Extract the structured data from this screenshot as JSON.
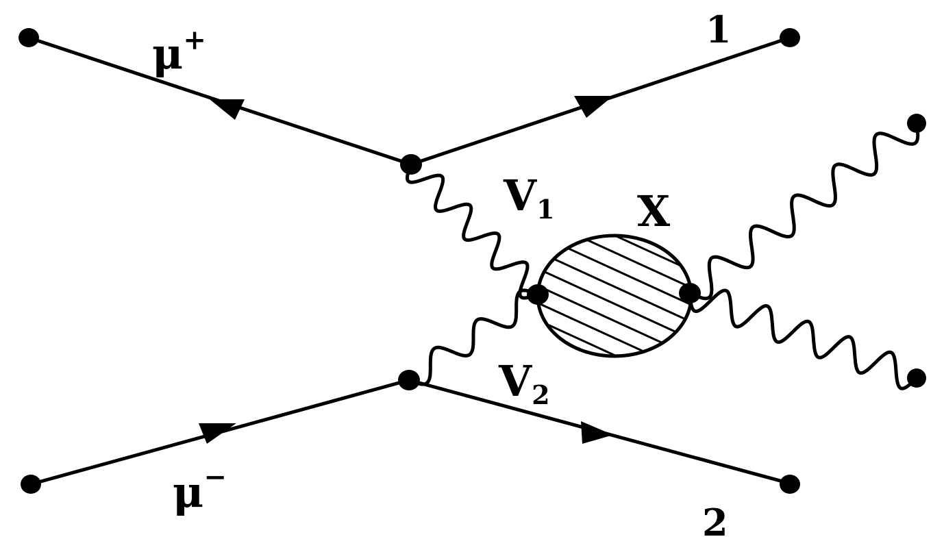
{
  "labels": {
    "mu_plus": {
      "base": "μ",
      "sup": "+"
    },
    "mu_minus": {
      "base": "μ",
      "sup": "−"
    },
    "v1": {
      "base": "V",
      "sub": "1"
    },
    "v2": {
      "base": "V",
      "sub": "2"
    },
    "x": "X",
    "out1": "1",
    "out2": "2"
  },
  "colors": {
    "ink": "#000000",
    "background": "#ffffff"
  }
}
